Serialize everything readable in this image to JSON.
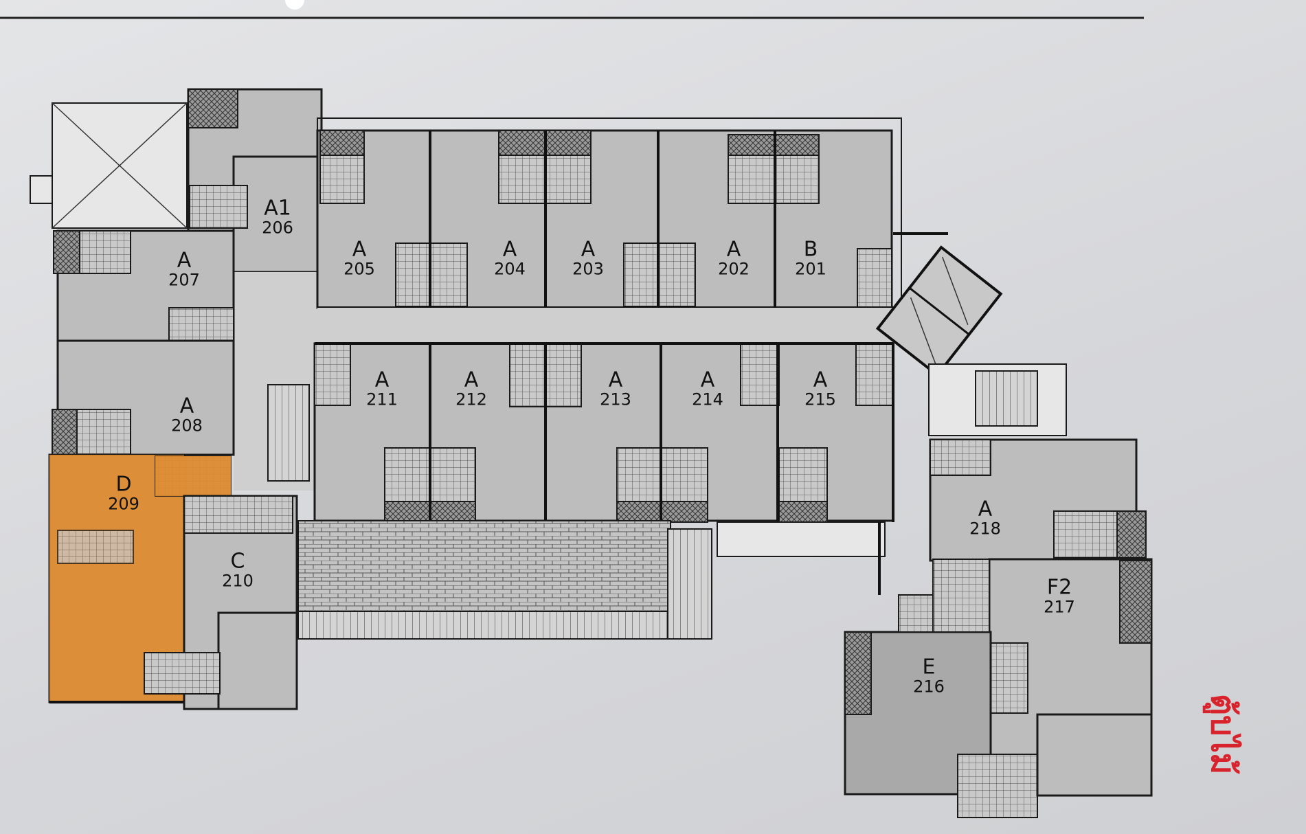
{
  "plan": {
    "units": [
      {
        "id": "206",
        "type": "A1"
      },
      {
        "id": "205",
        "type": "A"
      },
      {
        "id": "204",
        "type": "A"
      },
      {
        "id": "203",
        "type": "A"
      },
      {
        "id": "202",
        "type": "A"
      },
      {
        "id": "201",
        "type": "B"
      },
      {
        "id": "207",
        "type": "A"
      },
      {
        "id": "208",
        "type": "A"
      },
      {
        "id": "209",
        "type": "D"
      },
      {
        "id": "210",
        "type": "C"
      },
      {
        "id": "211",
        "type": "A"
      },
      {
        "id": "212",
        "type": "A"
      },
      {
        "id": "213",
        "type": "A"
      },
      {
        "id": "214",
        "type": "A"
      },
      {
        "id": "215",
        "type": "A"
      },
      {
        "id": "218",
        "type": "A"
      },
      {
        "id": "217",
        "type": "F2"
      },
      {
        "id": "216",
        "type": "E"
      }
    ],
    "highlighted_unit": "209",
    "stamp_text": "ตู้บไม้"
  },
  "colors": {
    "paper": "#e4e5e7",
    "room_fill": "#bdbdbd",
    "wall": "#111111",
    "highlight": "#e08a2c",
    "stamp": "#d8222c"
  }
}
